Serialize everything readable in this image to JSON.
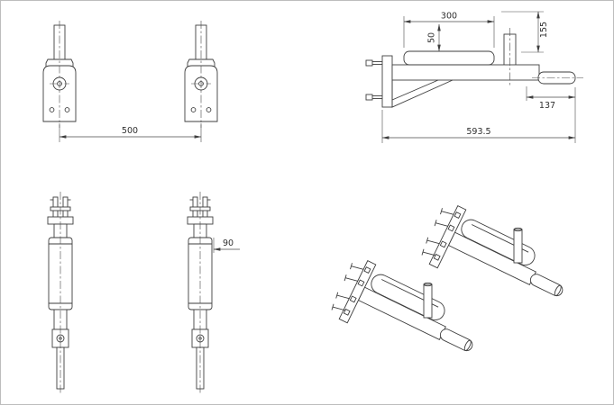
{
  "meta": {
    "background": "#ffffff",
    "line_color": "#3e3e3e"
  },
  "dims": {
    "front_span": "500",
    "pad_length": "300",
    "pad_drop": "50",
    "upright_height": "155",
    "stub_length": "137",
    "overall_length": "593.5",
    "post_offset": "90"
  }
}
